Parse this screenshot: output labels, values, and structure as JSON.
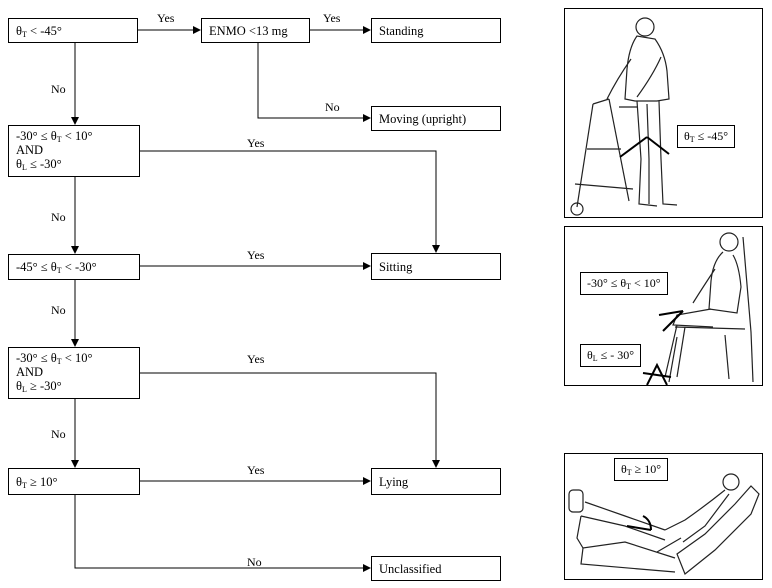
{
  "boxes": {
    "q1": {
      "lines": [
        [
          "θ",
          "T",
          " < -45°"
        ]
      ]
    },
    "enmo": {
      "text": "ENMO <13 mg"
    },
    "standing": {
      "text": "Standing"
    },
    "moving": {
      "text": "Moving (upright)"
    },
    "q2": {
      "lines": [
        [
          "-30° ≤ θ",
          "T",
          " < 10°"
        ],
        [
          "AND",
          "",
          ""
        ],
        [
          "θ",
          "L",
          " ≤ -30°"
        ]
      ]
    },
    "q3": {
      "lines": [
        [
          "-45° ≤ θ",
          "T",
          " < -30°"
        ]
      ]
    },
    "sitting": {
      "text": "Sitting"
    },
    "q4": {
      "lines": [
        [
          "-30° ≤ θ",
          "T",
          " < 10°"
        ],
        [
          "AND",
          "",
          ""
        ],
        [
          "θ",
          "L",
          " ≥ -30°"
        ]
      ]
    },
    "q5": {
      "lines": [
        [
          "θ",
          "T",
          " ≥ 10°"
        ]
      ]
    },
    "lying": {
      "text": "Lying"
    },
    "unclassified": {
      "text": "Unclassified"
    }
  },
  "labels": {
    "q1_yes": "Yes",
    "enmo_yes": "Yes",
    "enmo_no": "No",
    "q1_no": "No",
    "q2_yes": "Yes",
    "q2_no": "No",
    "q3_yes": "Yes",
    "q3_no": "No",
    "q4_yes": "Yes",
    "q4_no": "No",
    "q5_yes": "Yes",
    "q5_no": "No"
  },
  "panels": {
    "standing": {
      "label": [
        "θ",
        "T",
        " ≤ -45°"
      ]
    },
    "sitting_trunk": {
      "label": [
        "-30° ≤ θ",
        "T",
        " < 10°"
      ]
    },
    "sitting_leg": {
      "label": [
        "θ",
        "L",
        " ≤ - 30°"
      ]
    },
    "lying": {
      "label": [
        "θ",
        "T",
        " ≥ 10°"
      ]
    }
  }
}
